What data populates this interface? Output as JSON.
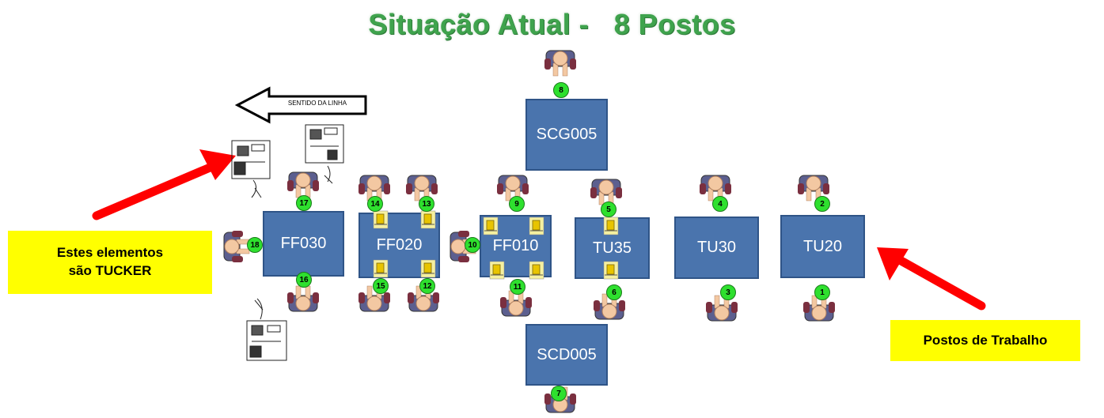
{
  "title": "Situação Atual -   8 Postos",
  "direction_label": "SENTIDO DA LINHA",
  "callouts": {
    "tucker": [
      "Estes elementos",
      "são TUCKER"
    ],
    "postos": "Postos de Trabalho"
  },
  "stations": {
    "scg005": "SCG005",
    "scd005": "SCD005",
    "ff030": "FF030",
    "ff020": "FF020",
    "ff010": "FF010",
    "tu35": "TU35",
    "tu30": "TU30",
    "tu20": "TU20"
  },
  "badges": {
    "b1": "1",
    "b2": "2",
    "b3": "3",
    "b4": "4",
    "b5": "5",
    "b6": "6",
    "b7": "7",
    "b8": "8",
    "b9": "9",
    "b10": "10",
    "b11": "11",
    "b12": "12",
    "b13": "13",
    "b14": "14",
    "b15": "15",
    "b16": "16",
    "b17": "17",
    "b18": "18"
  },
  "colors": {
    "title_green": "#3fa34d",
    "station_blue": "#4a74ad",
    "callout_yellow": "#ffff00",
    "arrow_red": "#ff0000",
    "badge_green": "#2ee02e"
  }
}
